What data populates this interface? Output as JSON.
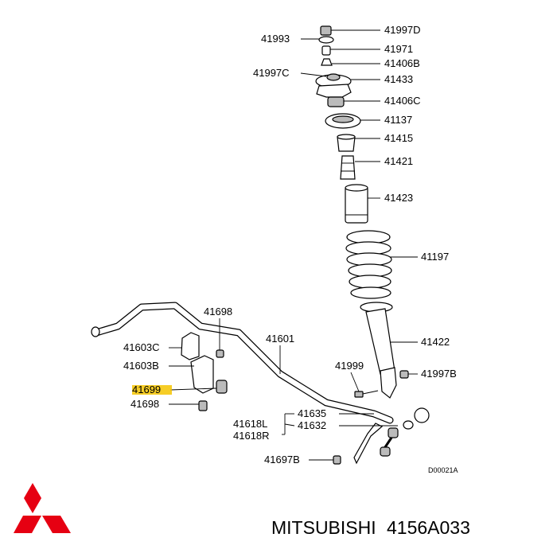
{
  "diagram": {
    "code": "D00021A",
    "labels": {
      "p41997D": "41997D",
      "p41993": "41993",
      "p41971": "41971",
      "p41406B": "41406B",
      "p41997C": "41997C",
      "p41433": "41433",
      "p41406C": "41406C",
      "p41137": "41137",
      "p41415": "41415",
      "p41421": "41421",
      "p41423": "41423",
      "p41197": "41197",
      "p41698a": "41698",
      "p41603C": "41603C",
      "p41603B": "41603B",
      "p41699": "41699",
      "p41698b": "41698",
      "p41601": "41601",
      "p41422": "41422",
      "p41999": "41999",
      "p41997B": "41997B",
      "p41618L": "41618L",
      "p41618R": "41618R",
      "p41635": "41635",
      "p41632": "41632",
      "p41697B": "41697B"
    },
    "highlight_color": "#f5c400"
  },
  "footer": {
    "brand": "MITSUBISHI",
    "part_number": "4156A033",
    "logo_color": "#e60012"
  }
}
